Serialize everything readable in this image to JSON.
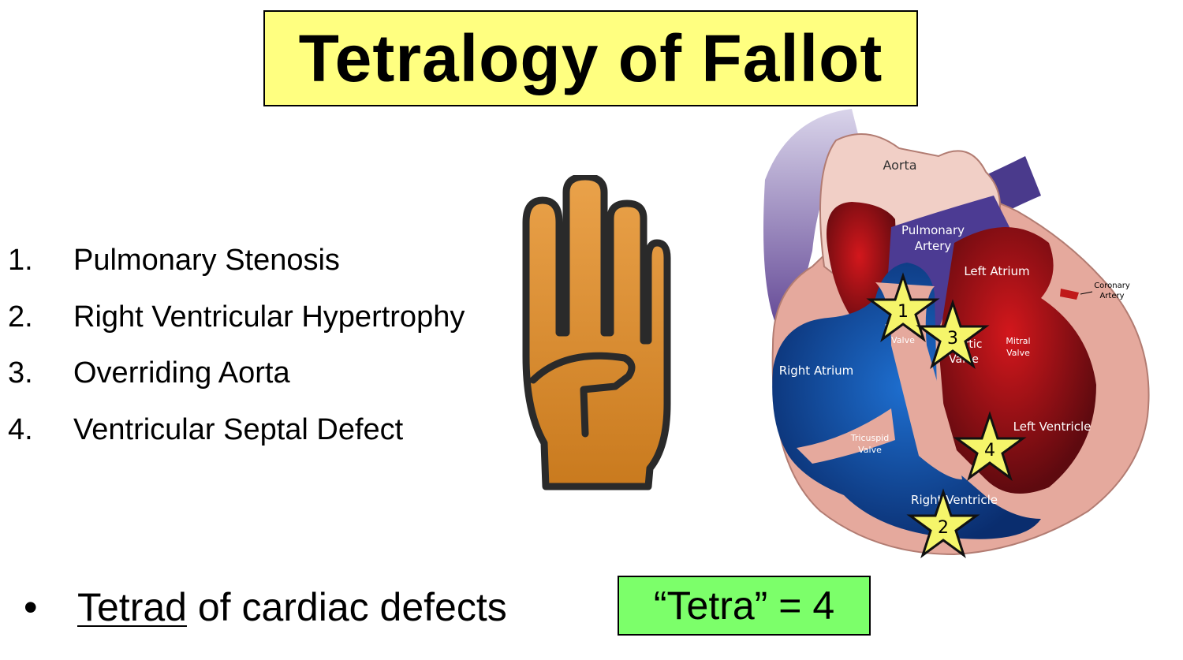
{
  "title": "Tetralogy of Fallot",
  "defects": [
    {
      "number": "1.",
      "name": "Pulmonary Stenosis"
    },
    {
      "number": "2.",
      "name": "Right Ventricular Hypertrophy"
    },
    {
      "number": "3.",
      "name": "Overriding Aorta"
    },
    {
      "number": "4.",
      "name": "Ventricular Septal Defect"
    }
  ],
  "hand_icon": "four-fingers-hand-icon",
  "diagram": {
    "labels": {
      "aorta": "Aorta",
      "pulmonary_artery_1": "Pulmonary",
      "pulmonary_artery_2": "Artery",
      "left_atrium": "Left Atrium",
      "coronary_artery_1": "Coronary",
      "coronary_artery_2": "Artery",
      "pulmonic_valve_1": "P",
      "pulmonic_valve_2": "Valve",
      "aortic_valve_1": "rtic",
      "aortic_valve_2": "Valve",
      "mitral_valve_1": "Mitral",
      "mitral_valve_2": "Valve",
      "right_atrium": "Right Atrium",
      "left_ventricle": "Left Ventricle",
      "tricuspid_valve_1": "Tricuspid",
      "tricuspid_valve_2": "Valve",
      "right_ventricle": "Right Ventricle"
    },
    "stars": [
      "1",
      "2",
      "3",
      "4"
    ]
  },
  "bullet": {
    "underlined": "Tetrad",
    "rest": " of cardiac defects"
  },
  "tetra_note": "“Tetra” = 4",
  "colors": {
    "title_bg": "#ffff80",
    "note_bg": "#7cff6a",
    "hand_fill": "#d98a2c",
    "star_fill": "#f5f56a",
    "deoxygenated": "#1a3f8f",
    "oxygenated": "#b0121a"
  }
}
